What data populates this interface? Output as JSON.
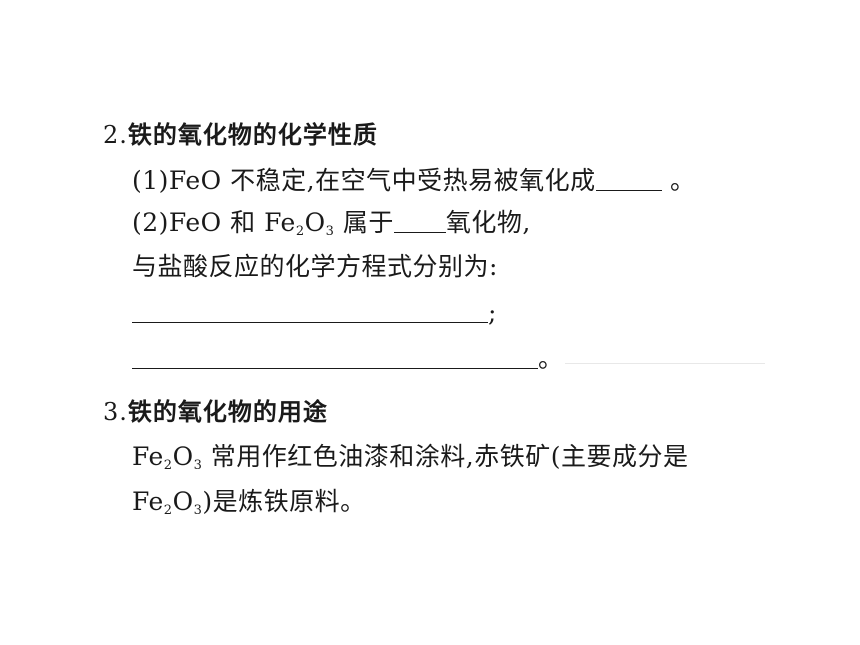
{
  "section2": {
    "number": "2.",
    "title": "铁的氧化物的化学性质",
    "item1": {
      "prefix": "(1)FeO 不稳定,在空气中受热易被氧化成",
      "suffix": " 。"
    },
    "item2": {
      "prefix": "(2)FeO 和 ",
      "fe": "Fe",
      "sub2": "2",
      "o": "O",
      "sub3": "3",
      "middle": " 属于",
      "suffix": "氧化物,"
    },
    "line3": "与盐酸反应的化学方程式分别为:",
    "eq1_end": ";",
    "eq2_end": "。"
  },
  "section3": {
    "number": "3.",
    "title": "铁的氧化物的用途",
    "line1": {
      "fe": "Fe",
      "sub2": "2",
      "o": "O",
      "sub3": "3",
      "text": " 常用作红色油漆和涂料,赤铁矿(主要成分是"
    },
    "line2": {
      "fe": "Fe",
      "sub2": "2",
      "o": "O",
      "sub3": "3",
      "text": ")是炼铁原料。"
    }
  }
}
